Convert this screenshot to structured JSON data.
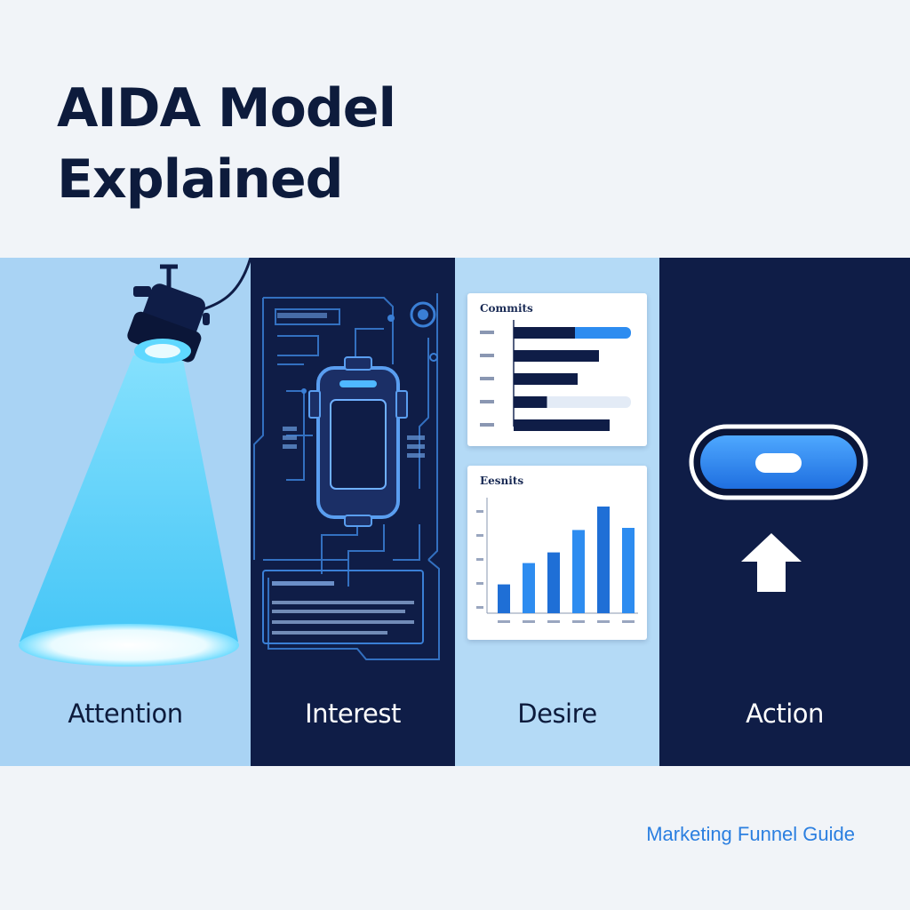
{
  "page": {
    "title_line1": "AIDA Model",
    "title_line2": "Explained",
    "footer": "Marketing Funnel Guide"
  },
  "stages": [
    {
      "label": "Attention",
      "icon": "spotlight-icon"
    },
    {
      "label": "Interest",
      "icon": "circuit-device-icon"
    },
    {
      "label": "Desire",
      "icon": "chart-cards-icon"
    },
    {
      "label": "Action",
      "icon": "button-arrow-icon"
    }
  ],
  "desire_cards": {
    "top_title": "Commits",
    "bottom_title": "Eesnits"
  },
  "chart_data": [
    {
      "type": "bar",
      "orientation": "horizontal",
      "title": "Commits",
      "values": [
        0.46,
        0.64,
        0.48,
        0.25,
        0.72
      ],
      "track": [
        0.88,
        0.64,
        0.48,
        0.88,
        0.72
      ]
    },
    {
      "type": "bar",
      "title": "Eesnits",
      "values": [
        0.27,
        0.47,
        0.57,
        0.78,
        1.0,
        0.8
      ],
      "ylim": [
        0,
        1
      ]
    }
  ],
  "colors": {
    "navy": "#0f1d47",
    "accent": "#2d8cf0",
    "light": "#a9d3f4",
    "footer": "#2b7fe0"
  }
}
